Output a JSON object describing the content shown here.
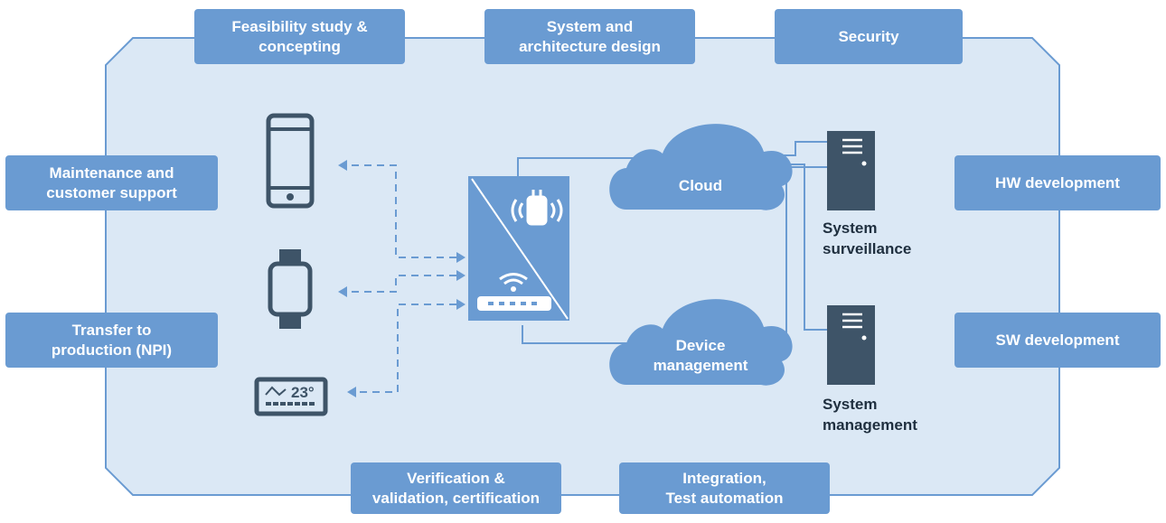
{
  "phases": {
    "top": [
      {
        "label_lines": [
          "Feasibility study &",
          "concepting"
        ]
      },
      {
        "label_lines": [
          "System and",
          "architecture design"
        ]
      },
      {
        "label_lines": [
          "Security"
        ]
      }
    ],
    "left": [
      {
        "label_lines": [
          "Maintenance and",
          "customer support"
        ]
      },
      {
        "label_lines": [
          "Transfer to",
          "production (NPI)"
        ]
      }
    ],
    "right": [
      {
        "label_lines": [
          "HW development"
        ]
      },
      {
        "label_lines": [
          "SW development"
        ]
      }
    ],
    "bottom": [
      {
        "label_lines": [
          "Verification &",
          "validation, certification"
        ]
      },
      {
        "label_lines": [
          "Integration,",
          "Test automation"
        ]
      }
    ]
  },
  "clouds": {
    "cloud": {
      "label_lines": [
        "Cloud"
      ]
    },
    "device_management": {
      "label_lines": [
        "Device",
        "management"
      ]
    }
  },
  "servers": {
    "surveillance": {
      "label_lines": [
        "System",
        "surveillance"
      ]
    },
    "management": {
      "label_lines": [
        "System",
        "management"
      ]
    }
  },
  "devices": {
    "thermostat": {
      "reading": "23°"
    }
  },
  "colors": {
    "panel_fill": "#dbe8f5",
    "panel_stroke": "#6a9bd2",
    "accent": "#6a9bd2",
    "device_stroke": "#3e5468",
    "server_fill": "#3e5468",
    "label_text": "#1f2f3f"
  }
}
